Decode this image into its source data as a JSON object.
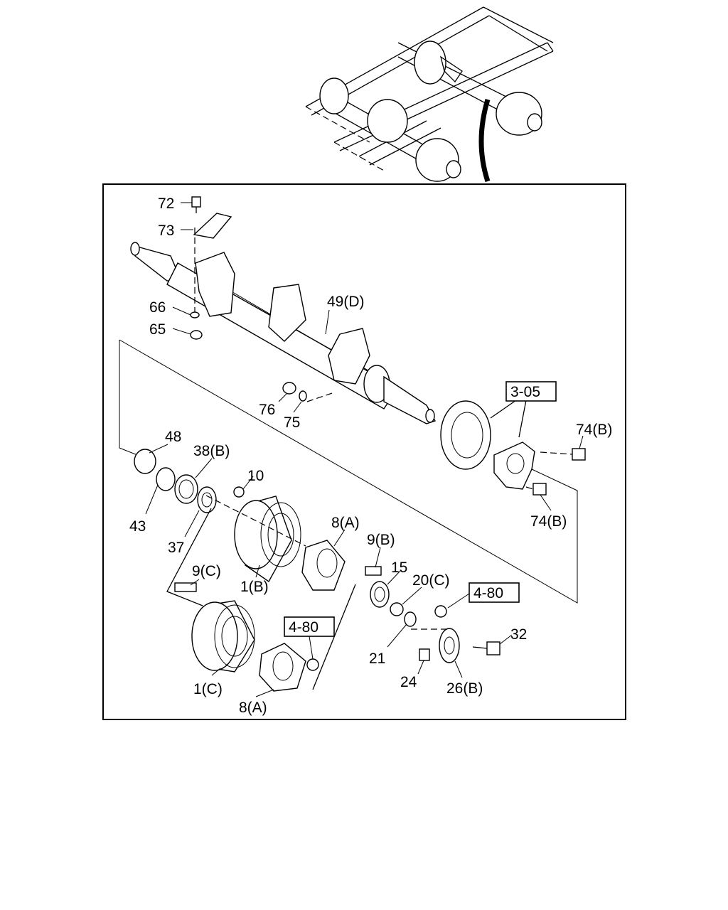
{
  "labels": {
    "p72": "72",
    "p73": "73",
    "p66": "66",
    "p65": "65",
    "p49d": "49(D)",
    "p76": "76",
    "p75": "75",
    "p305": "3-05",
    "p74b_top": "74(B)",
    "p74b_bot": "74(B)",
    "p48": "48",
    "p38b": "38(B)",
    "p10": "10",
    "p43": "43",
    "p37": "37",
    "p8a_top": "8(A)",
    "p9b": "9(B)",
    "p15": "15",
    "p20c": "20(C)",
    "p1b": "1(B)",
    "p9c": "9(C)",
    "p480_right": "4-80",
    "p480_left": "4-80",
    "p32": "32",
    "p21": "21",
    "p24": "24",
    "p26b": "26(B)",
    "p1c": "1(C)",
    "p8a_bot": "8(A)"
  }
}
